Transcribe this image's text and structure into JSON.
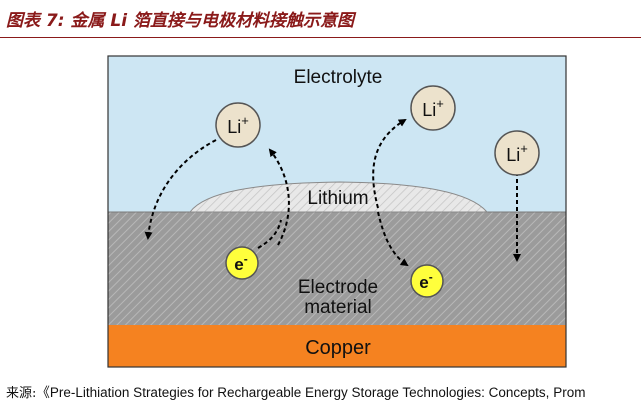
{
  "figure": {
    "title": "图表 7:  金属 Li 箔直接与电极材料接触示意图",
    "source_label": "来源:",
    "source_text": "《Pre-Lithiation Strategies for Rechargeable Energy Storage Technologies: Concepts, Prom"
  },
  "diagram": {
    "labels": {
      "electrolyte": "Electrolyte",
      "lithium": "Lithium",
      "electrode_line1": "Electrode",
      "electrode_line2": "material",
      "copper": "Copper"
    },
    "ions": [
      {
        "base": "Li",
        "sup": "+"
      },
      {
        "base": "Li",
        "sup": "+"
      },
      {
        "base": "Li",
        "sup": "+"
      }
    ],
    "electrons": [
      {
        "base": "e",
        "sup": "-"
      },
      {
        "base": "e",
        "sup": "-"
      }
    ],
    "colors": {
      "electrolyte": "#cde6f3",
      "electrode": "#9b9b9b",
      "copper": "#f58220",
      "lithium_foil": "#e6e6e6",
      "ion_fill": "#ece2cc",
      "electron_fill": "#ffff3c",
      "title": "#8a1a1a"
    }
  }
}
